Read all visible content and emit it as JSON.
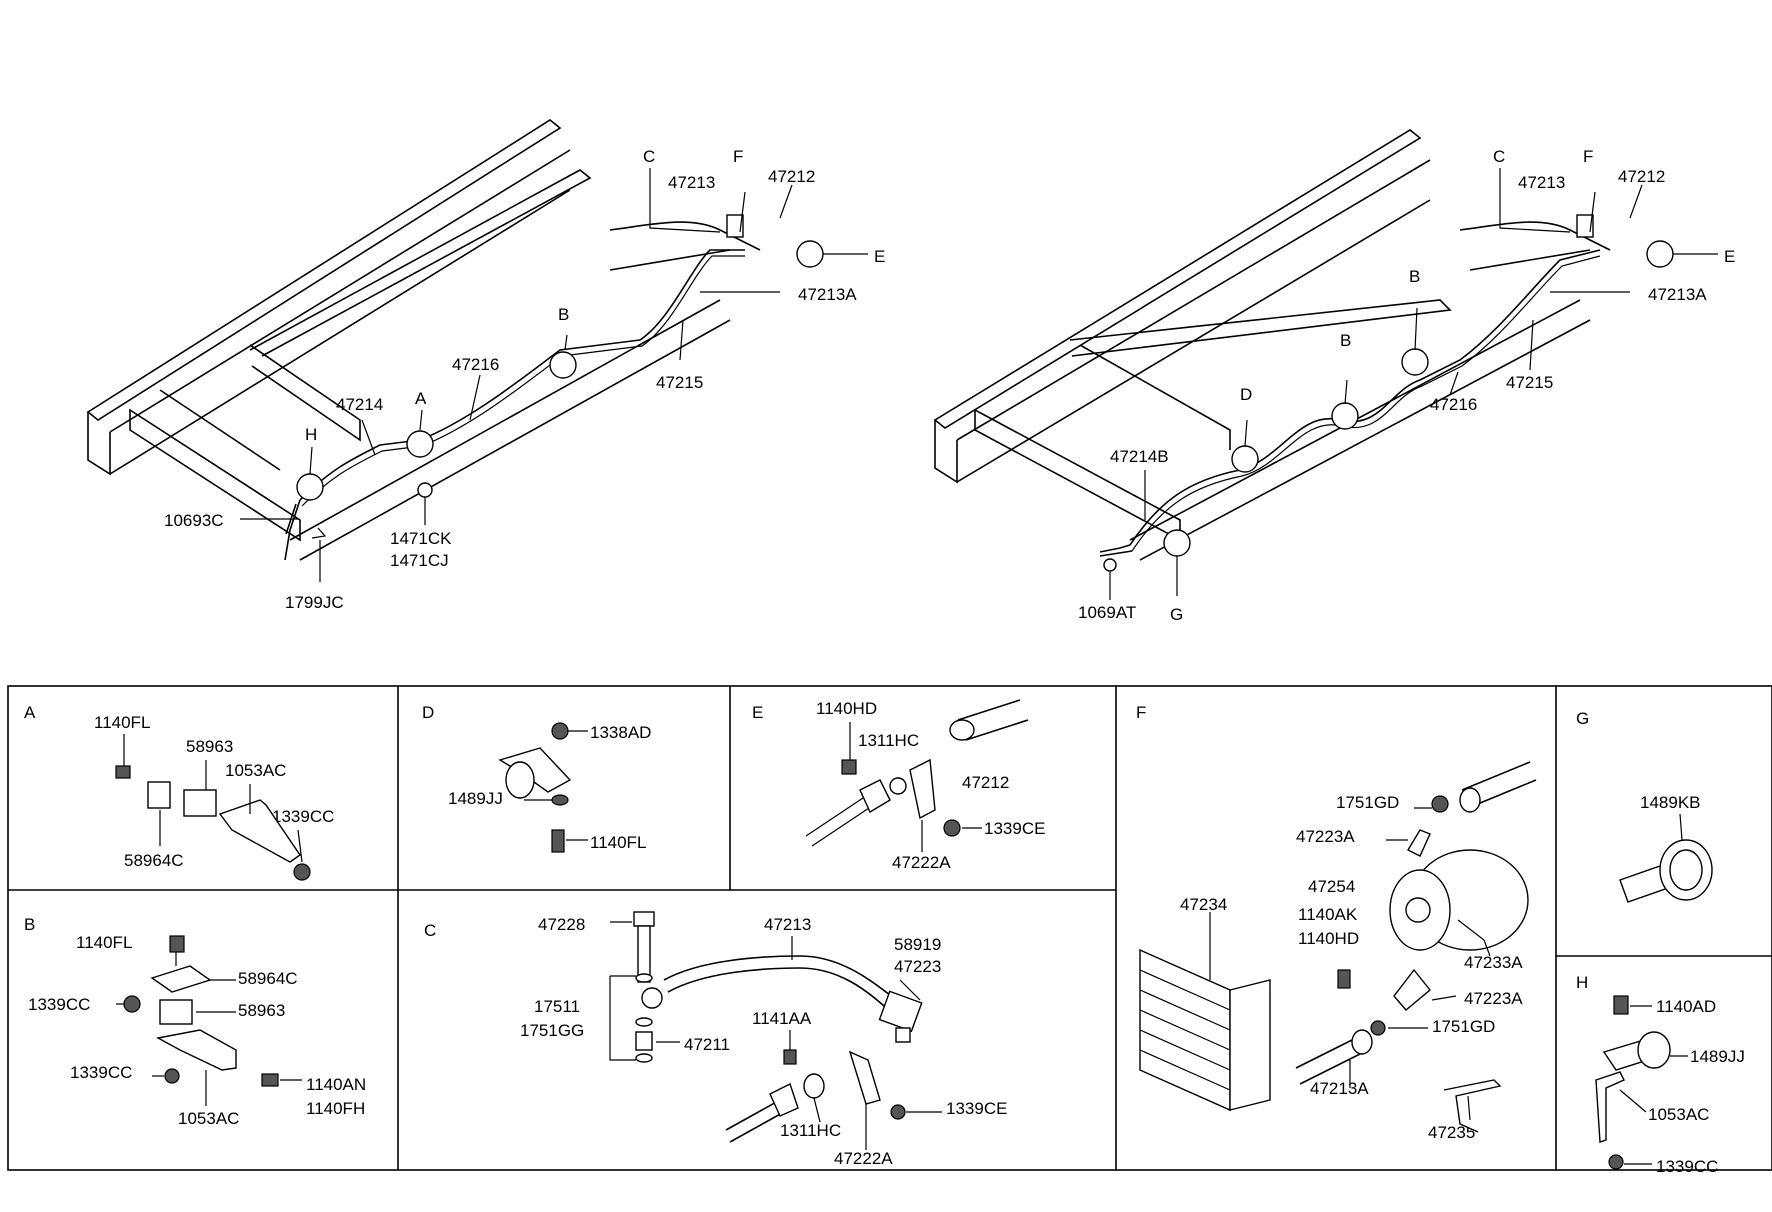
{
  "top_left": {
    "labels": {
      "C": "C",
      "F": "F",
      "p47213": "47213",
      "p47212": "47212",
      "E": "E",
      "p47213A": "47213A",
      "B": "B",
      "p47216": "47216",
      "p47215": "47215",
      "p47214": "47214",
      "A": "A",
      "H": "H",
      "p10693C": "10693C",
      "p1471CK": "1471CK",
      "p1471CJ": "1471CJ",
      "p1799JC": "1799JC"
    }
  },
  "top_right": {
    "labels": {
      "C": "C",
      "F": "F",
      "p47213": "47213",
      "p47212": "47212",
      "E": "E",
      "B1": "B",
      "p47213A": "47213A",
      "B2": "B",
      "p47215": "47215",
      "D": "D",
      "p47216": "47216",
      "p47214B": "47214B",
      "p1069AT": "1069AT",
      "G": "G"
    }
  },
  "panels": {
    "A": {
      "title": "A",
      "parts": [
        "1140FL",
        "58963",
        "1053AC",
        "1339CC",
        "58964C"
      ]
    },
    "D": {
      "title": "D",
      "parts": [
        "1338AD",
        "1489JJ",
        "1140FL"
      ]
    },
    "E": {
      "title": "E",
      "parts": [
        "1140HD",
        "1311HC",
        "47212",
        "1339CE",
        "47222A"
      ]
    },
    "F": {
      "title": "F",
      "parts": [
        "1751GD",
        "47223A",
        "47234",
        "47254",
        "1140AK",
        "1140HD",
        "47233A",
        "47223A",
        "1751GD",
        "47213A",
        "47235"
      ]
    },
    "G": {
      "title": "G",
      "parts": [
        "1489KB"
      ]
    },
    "B": {
      "title": "B",
      "parts": [
        "1140FL",
        "58964C",
        "1339CC",
        "58963",
        "1339CC",
        "1140AN",
        "1140FH",
        "1053AC"
      ]
    },
    "C": {
      "title": "C",
      "parts": [
        "47228",
        "47213",
        "58919",
        "47223",
        "17511",
        "1751GG",
        "47211",
        "1141AA",
        "1311HC",
        "1339CE",
        "47222A"
      ]
    },
    "H": {
      "title": "H",
      "parts": [
        "1140AD",
        "1489JJ",
        "1053AC",
        "1339CC"
      ]
    }
  }
}
